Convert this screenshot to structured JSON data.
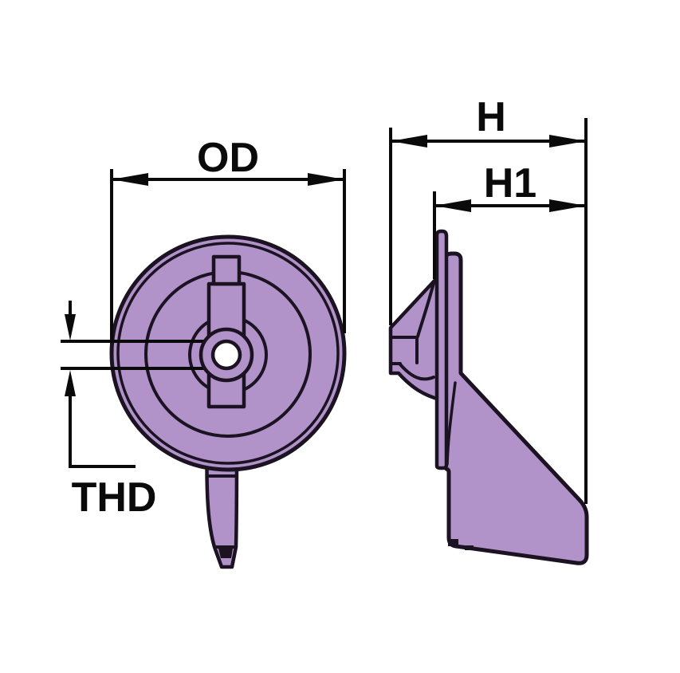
{
  "diagram": {
    "labels": {
      "od": "OD",
      "h": "H",
      "h1": "H1",
      "thd": "THD"
    },
    "colors": {
      "part_fill": "#b192c9",
      "part_outline": "#1b1322",
      "dimension": "#0a0a0a",
      "background": "#ffffff"
    }
  }
}
